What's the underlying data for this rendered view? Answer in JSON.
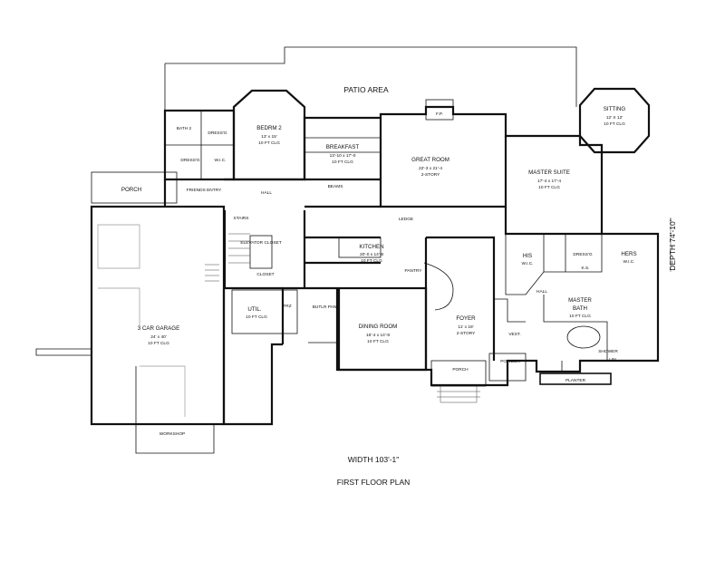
{
  "plan": {
    "title": "FIRST FLOOR PLAN",
    "width": "WIDTH 103'-1\"",
    "depth": "DEPTH 74'-10\""
  },
  "labels": {
    "patio": "PATIO AREA",
    "fp": "F.P.",
    "sitting": "SITTING",
    "sitting_dim": "12' X 12'",
    "sitting_clg": "10 FT CLG",
    "bedroom2": "BEDRM 2",
    "bedroom2_dim": "13' x 15'",
    "bedroom2_clg": "10 FT CLG",
    "breakfast": "BREAKFAST",
    "breakfast_dim": "13'-10 x 17'-0",
    "breakfast_clg": "10 FT CLG",
    "great_room": "GREAT ROOM",
    "great_room_dim": "22'-3 x 21'-4",
    "great_room_clg": "2-STORY",
    "master_suite": "MASTER SUITE",
    "master_suite_dim": "17'-4 x 17'-4",
    "master_suite_clg": "10 FT CLG",
    "bath2": "BATH 2",
    "dressing": "DRESS'G",
    "wic": "W.I.C.",
    "porch": "PORCH",
    "friends_entry": "FRIENDS ENTRY",
    "hall": "HALL",
    "beams": "BEAMS",
    "kitchen": "KITCHEN",
    "kitchen_dim": "20'-0 x 14'-8",
    "kitchen_clg": "10 FT CLG",
    "elevator_closet": "ELEVATOR CLOSET",
    "closet": "CLOSET",
    "stairs": "STAIRS",
    "ledge": "LEDGE",
    "pantry": "PANTRY",
    "his": "HIS",
    "his_wic": "W.I.C.",
    "hers_dressing": "DRESS'G",
    "hers": "HERS",
    "hers_wic": "W.I.C.",
    "garage": "3 CAR GARAGE",
    "garage_dim": "24' x 40'",
    "garage_clg": "10 FT CLG",
    "util": "UTIL.",
    "util_clg": "10 FT CLG",
    "frz": "FRZ",
    "butler": "BUTLR PAN",
    "dining": "DINING ROOM",
    "dining_dim": "16'-4 x 14'-8",
    "dining_clg": "10 FT CLG",
    "foyer": "FOYER",
    "foyer_dim": "11' x 18'",
    "foyer_clg": "2-STORY",
    "vest": "VEST.",
    "powder": "POWDER",
    "master_bath": "MASTER",
    "master_bath2": "BATH",
    "master_bath_clg": "10 FT CLG",
    "master_hall": "HALL",
    "shower": "SHOWER",
    "planter": "PLANTER",
    "front_porch": "PORCH",
    "workshop": "WORKSHOP",
    "ks": "K.S.",
    "lin": "LIN"
  }
}
